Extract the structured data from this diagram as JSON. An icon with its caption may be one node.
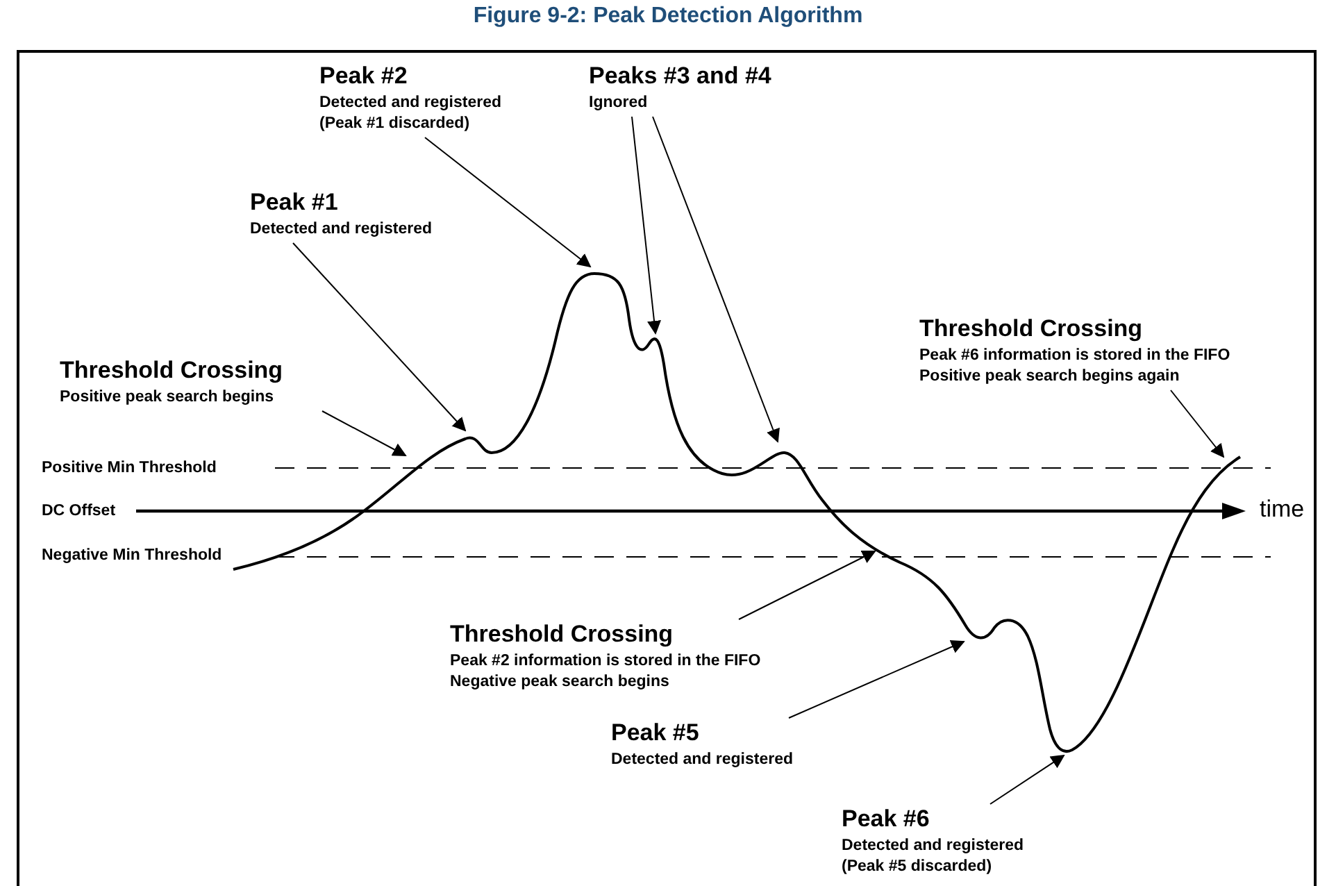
{
  "diagram": {
    "title": "Figure 9-2: Peak Detection Algorithm",
    "nodes": [
      {
        "text": [
          "Peak #2",
          "Detected and registered",
          "(Peak #1 discarded)"
        ]
      },
      {
        "text": [
          "Peaks #3 and #4",
          "Ignored"
        ]
      },
      {
        "text": [
          "Peak #1",
          "Detected and registered"
        ]
      },
      {
        "text": [
          "Threshold Crossing",
          "Positive peak search begins"
        ]
      },
      {
        "text": [
          "Threshold Crossing",
          "Peak #6 information is stored in the FIFO",
          "Positive peak search begins again"
        ]
      },
      {
        "text": [
          "Threshold Crossing",
          "Peak #2 information is stored in the FIFO",
          "Negative peak search begins"
        ]
      },
      {
        "text": [
          "Peak #5",
          "Detected and registered"
        ]
      },
      {
        "text": [
          "Peak #6",
          "Detected and registered",
          "(Peak #5 discarded)"
        ]
      }
    ],
    "edges": [
      {
        "from": 0,
        "to": null,
        "arrow": "to"
      },
      {
        "from": 1,
        "to": null,
        "arrow": "to"
      },
      {
        "from": 1,
        "to": null,
        "arrow": "to"
      },
      {
        "from": 2,
        "to": null,
        "arrow": "to"
      },
      {
        "from": 3,
        "to": null,
        "arrow": "to"
      },
      {
        "from": 4,
        "to": null,
        "arrow": "to"
      },
      {
        "from": 5,
        "to": null,
        "arrow": "to"
      },
      {
        "from": 6,
        "to": null,
        "arrow": "to"
      },
      {
        "from": 7,
        "to": null,
        "arrow": "to"
      }
    ],
    "labels": [
      "Positive Min Threshold",
      "DC Offset",
      "Negative Min Threshold",
      "time"
    ]
  }
}
